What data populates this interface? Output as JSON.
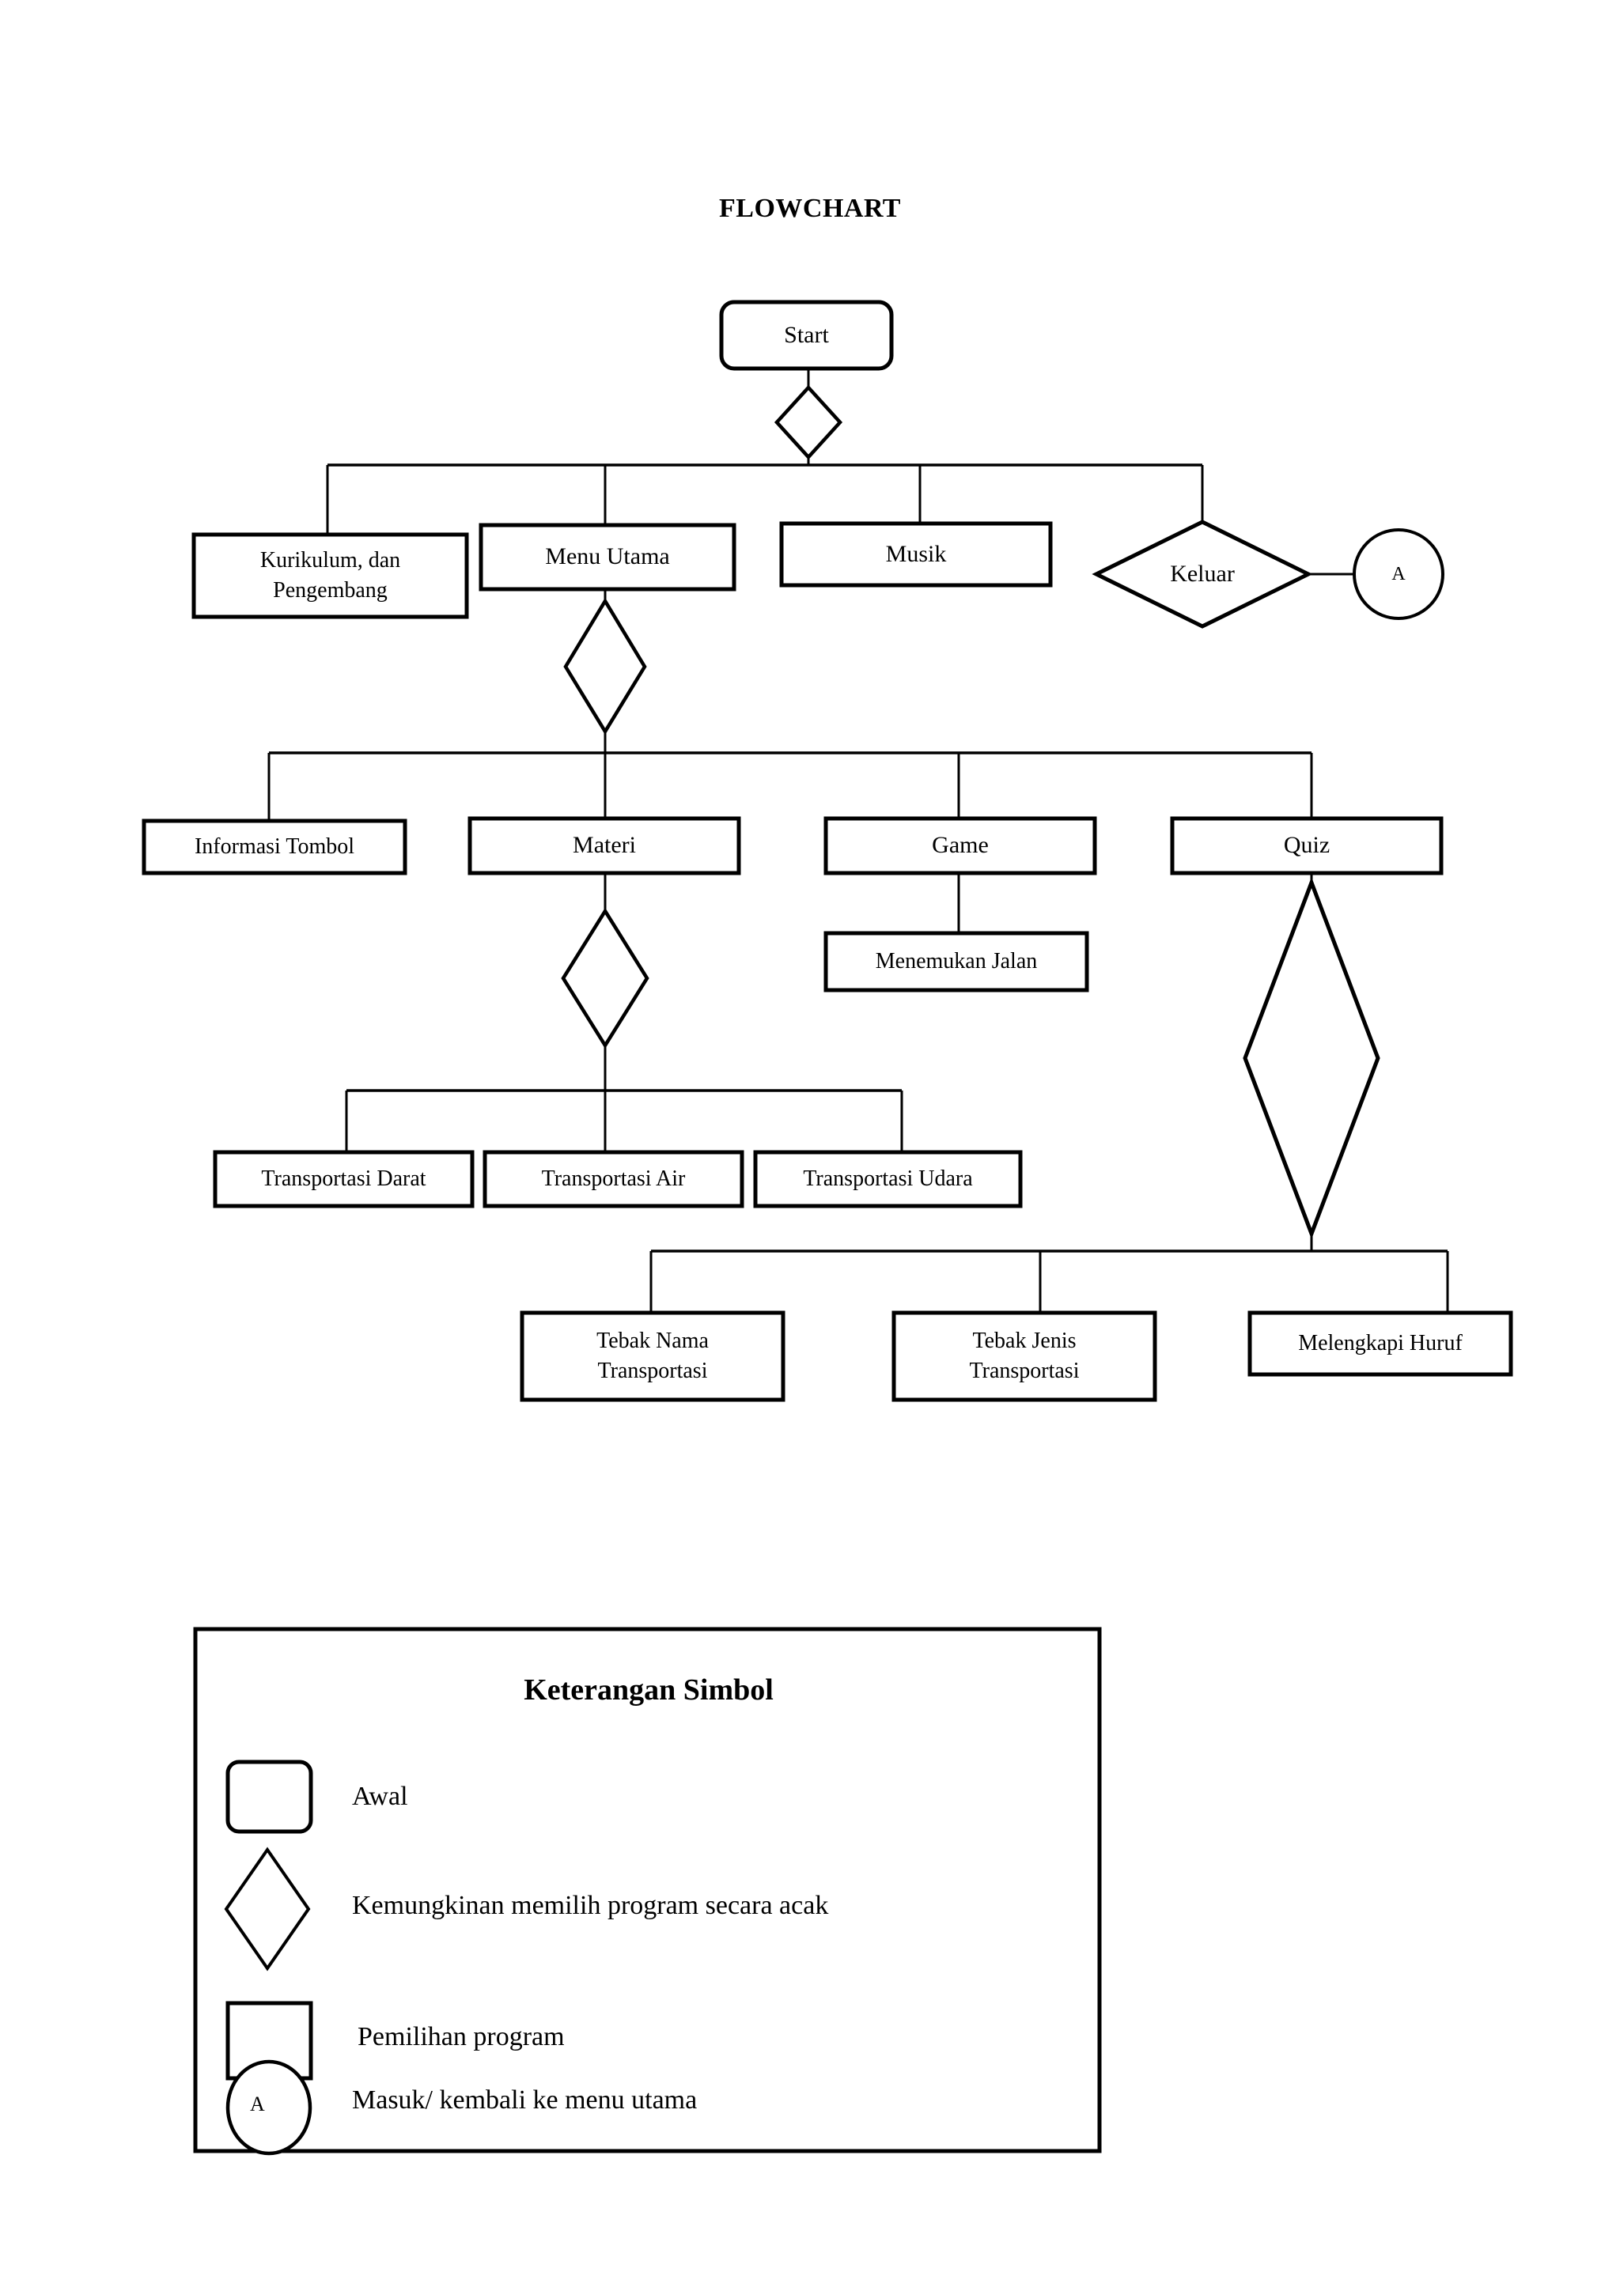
{
  "document": {
    "title": "FLOWCHART"
  },
  "chart_data": {
    "type": "diagram",
    "diagram_kind": "flowchart",
    "title": "FLOWCHART",
    "nodes": [
      {
        "id": "start",
        "label": "Start",
        "shape": "rounded-rectangle"
      },
      {
        "id": "dec1",
        "label": "",
        "shape": "diamond"
      },
      {
        "id": "kurikulum",
        "label": "Kurikulum, dan\nPengembang",
        "shape": "rectangle"
      },
      {
        "id": "menu_utama",
        "label": "Menu Utama",
        "shape": "rectangle"
      },
      {
        "id": "musik",
        "label": "Musik",
        "shape": "rectangle"
      },
      {
        "id": "keluar",
        "label": "Keluar",
        "shape": "diamond"
      },
      {
        "id": "connector_a",
        "label": "A",
        "shape": "circle"
      },
      {
        "id": "dec2",
        "label": "",
        "shape": "diamond"
      },
      {
        "id": "informasi",
        "label": "Informasi Tombol",
        "shape": "rectangle"
      },
      {
        "id": "materi",
        "label": "Materi",
        "shape": "rectangle"
      },
      {
        "id": "game",
        "label": "Game",
        "shape": "rectangle"
      },
      {
        "id": "quiz",
        "label": "Quiz",
        "shape": "rectangle"
      },
      {
        "id": "menemukan",
        "label": "Menemukan Jalan",
        "shape": "rectangle"
      },
      {
        "id": "dec3",
        "label": "",
        "shape": "diamond"
      },
      {
        "id": "dec4",
        "label": "",
        "shape": "diamond"
      },
      {
        "id": "trans_darat",
        "label": "Transportasi Darat",
        "shape": "rectangle"
      },
      {
        "id": "trans_air",
        "label": "Transportasi Air",
        "shape": "rectangle"
      },
      {
        "id": "trans_udara",
        "label": "Transportasi Udara",
        "shape": "rectangle"
      },
      {
        "id": "tebak_nama",
        "label": "Tebak Nama\nTransportasi",
        "shape": "rectangle"
      },
      {
        "id": "tebak_jenis",
        "label": "Tebak Jenis\nTransportasi",
        "shape": "rectangle"
      },
      {
        "id": "melengkapi",
        "label": "Melengkapi Huruf",
        "shape": "rectangle"
      }
    ],
    "edges": [
      {
        "from": "start",
        "to": "dec1"
      },
      {
        "from": "dec1",
        "to": "kurikulum"
      },
      {
        "from": "dec1",
        "to": "menu_utama"
      },
      {
        "from": "dec1",
        "to": "musik"
      },
      {
        "from": "dec1",
        "to": "keluar"
      },
      {
        "from": "keluar",
        "to": "connector_a"
      },
      {
        "from": "menu_utama",
        "to": "dec2"
      },
      {
        "from": "dec2",
        "to": "informasi"
      },
      {
        "from": "dec2",
        "to": "materi"
      },
      {
        "from": "dec2",
        "to": "game"
      },
      {
        "from": "dec2",
        "to": "quiz"
      },
      {
        "from": "game",
        "to": "menemukan"
      },
      {
        "from": "materi",
        "to": "dec3"
      },
      {
        "from": "dec3",
        "to": "trans_darat"
      },
      {
        "from": "dec3",
        "to": "trans_air"
      },
      {
        "from": "dec3",
        "to": "trans_udara"
      },
      {
        "from": "quiz",
        "to": "dec4"
      },
      {
        "from": "dec4",
        "to": "tebak_nama"
      },
      {
        "from": "dec4",
        "to": "tebak_jenis"
      },
      {
        "from": "dec4",
        "to": "melengkapi"
      }
    ]
  },
  "labels": {
    "start": "Start",
    "kurikulum": "Kurikulum, dan\nPengembang",
    "menu_utama": "Menu Utama",
    "musik": "Musik",
    "keluar": "Keluar",
    "connector_a": "A",
    "informasi": "Informasi Tombol",
    "materi": "Materi",
    "game": "Game",
    "quiz": "Quiz",
    "menemukan": "Menemukan Jalan",
    "trans_darat": "Transportasi Darat",
    "trans_air": "Transportasi Air",
    "trans_udara": "Transportasi Udara",
    "tebak_nama": "Tebak Nama\nTransportasi",
    "tebak_jenis": "Tebak Jenis\nTransportasi",
    "melengkapi": "Melengkapi Huruf"
  },
  "legend": {
    "title": "Keterangan Simbol",
    "items": [
      {
        "symbol": "rounded-rectangle",
        "text": "Awal"
      },
      {
        "symbol": "diamond",
        "text": "Kemungkinan memilih program secara acak"
      },
      {
        "symbol": "rectangle",
        "text": "Pemilihan program"
      },
      {
        "symbol": "circle",
        "text": "Masuk/ kembali ke menu utama",
        "inner": "A"
      }
    ]
  },
  "colors": {
    "stroke": "#000000",
    "fill": "#ffffff",
    "text": "#000000"
  }
}
